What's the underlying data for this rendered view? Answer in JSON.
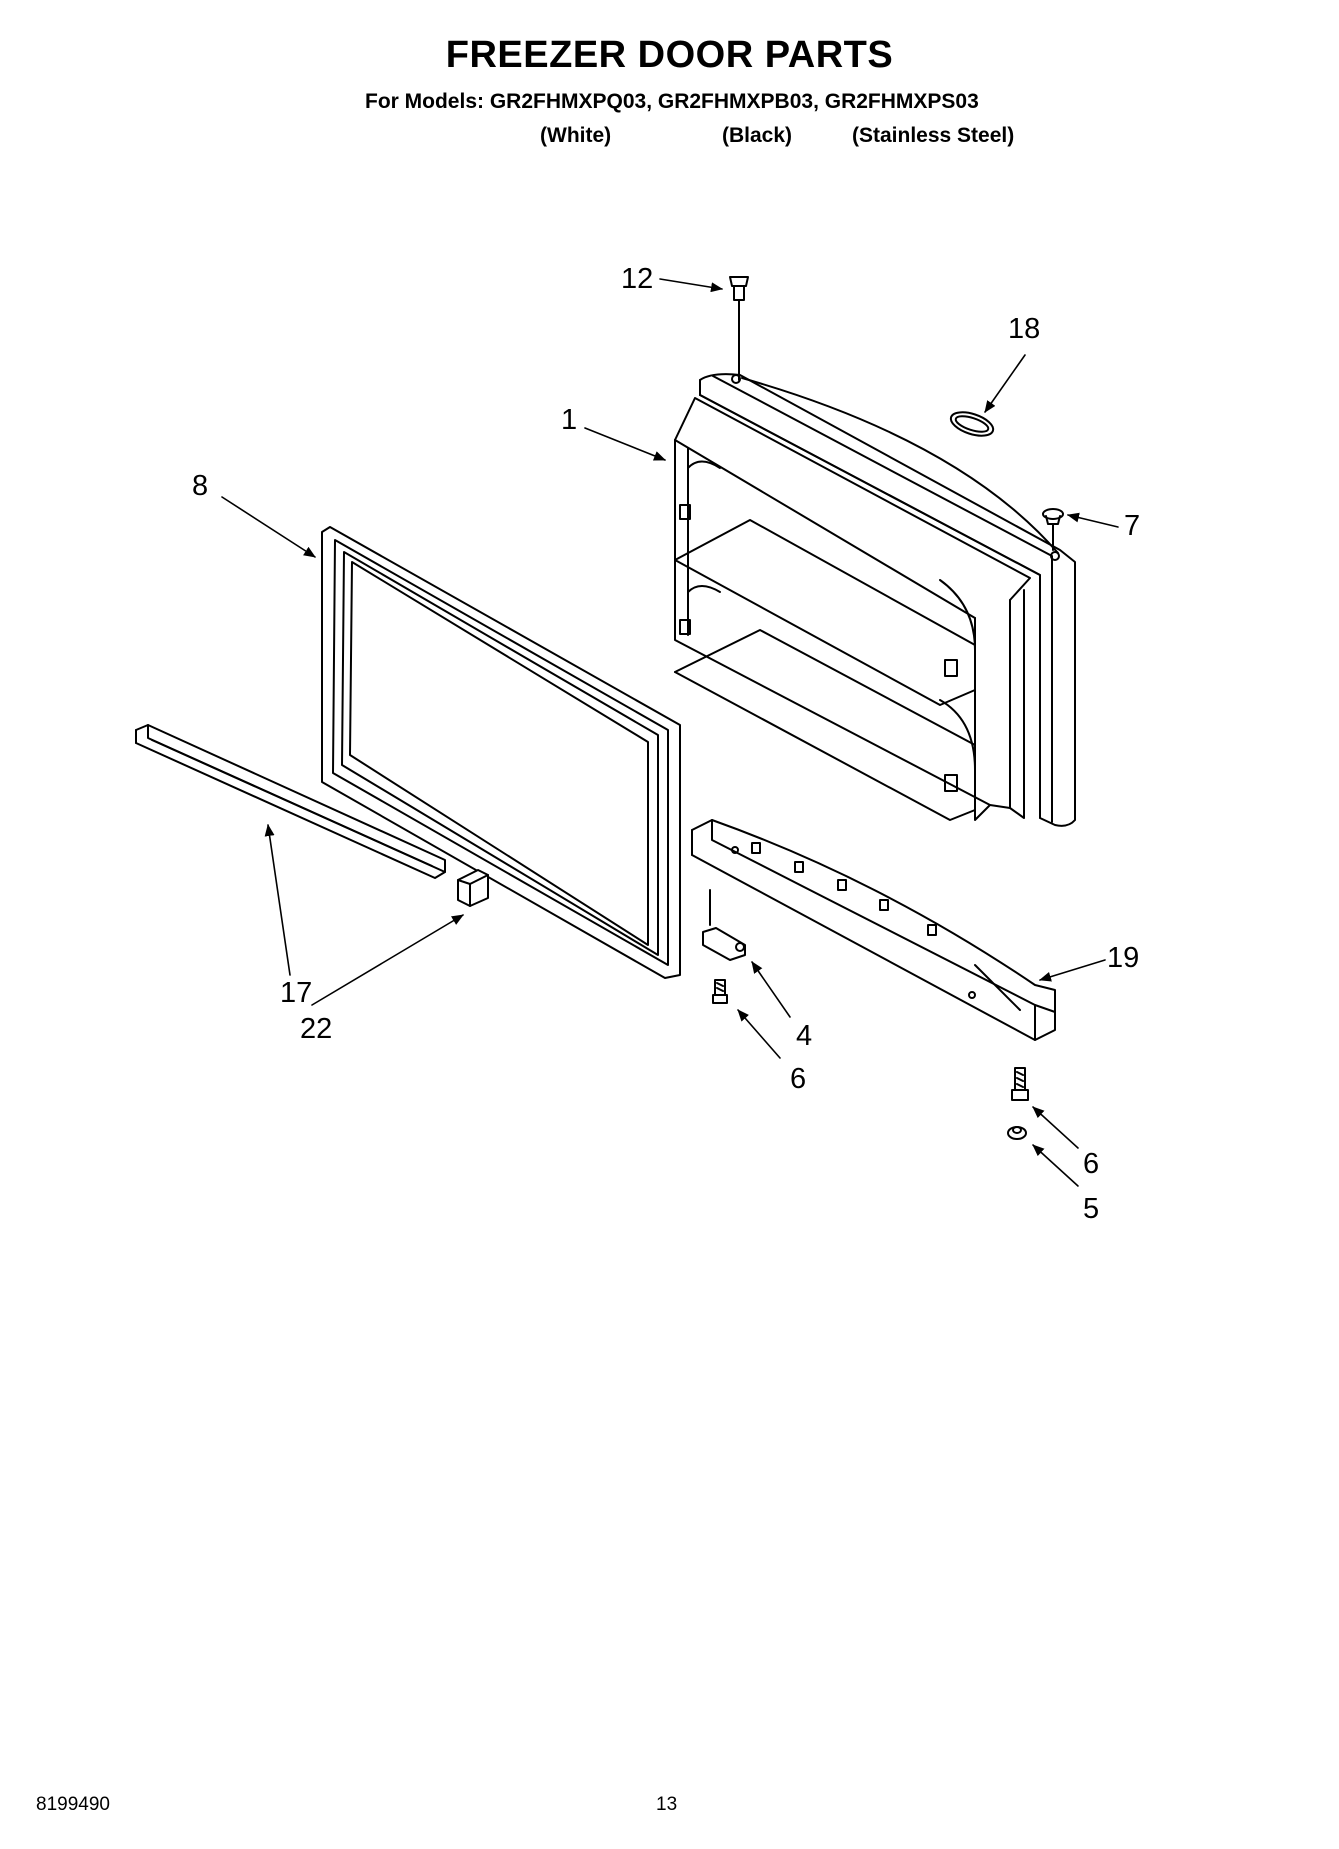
{
  "title": "FREEZER DOOR PARTS",
  "models_line": "For Models: GR2FHMXPQ03, GR2FHMXPB03, GR2FHMXPS03",
  "variants": [
    "(White)",
    "(Black)",
    "(Stainless Steel)"
  ],
  "callouts": {
    "c12": "12",
    "c18": "18",
    "c1": "1",
    "c8": "8",
    "c7": "7",
    "c19": "19",
    "c4": "4",
    "c6a": "6",
    "c17": "17",
    "c22": "22",
    "c6b": "6",
    "c5": "5"
  },
  "footer": {
    "doc_number": "8199490",
    "page_number": "13"
  }
}
